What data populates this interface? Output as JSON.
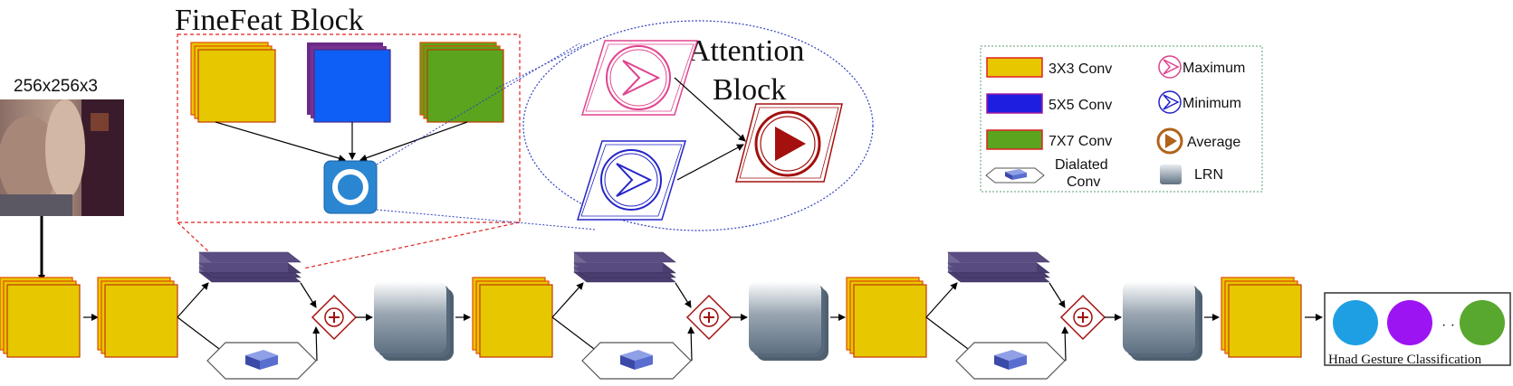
{
  "finefeat_title": "FineFeat Block",
  "attention_title_line1": "Attention",
  "attention_title_line2": "Block",
  "input_label": "256x256x3",
  "classification_label": "Hnad Gesture Classification",
  "classifier_dots": "· ·",
  "legend": {
    "conv3": "3X3 Conv",
    "conv5": "5X5 Conv",
    "conv7": "7X7 Conv",
    "dilated_line1": "Dialated",
    "dilated_line2": "Conv",
    "maximum": "Maximum",
    "minimum": "Minimum",
    "average": "Average",
    "lrn": "LRN"
  },
  "colors": {
    "conv3": "#e6c700",
    "conv5": "#0d5ff5",
    "conv7": "#5aa41e",
    "dilated_stack": "#5a4d82",
    "lrn": "#5e7082",
    "max": "#e0448f",
    "min": "#2424c8",
    "avg": "#a3100e",
    "class1": "#1f9fe3",
    "class2": "#9c14f2",
    "class3": "#58a72e"
  }
}
